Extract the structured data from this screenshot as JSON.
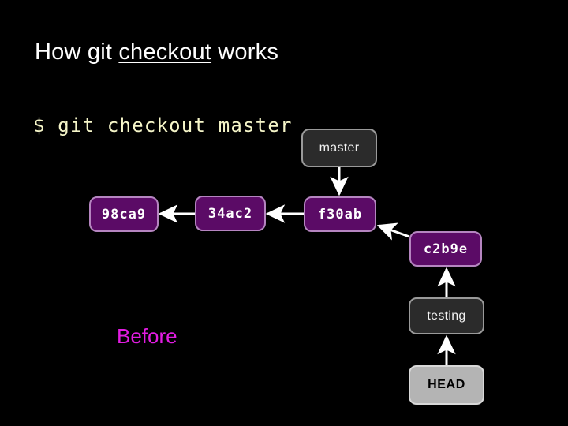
{
  "slide": {
    "background_color": "#000000",
    "title_prefix": "How git ",
    "title_emphasis": "checkout",
    "title_suffix": " works",
    "command_line": "$ git checkout master",
    "command_color": "#f5f5c8",
    "caption": "Before",
    "caption_color": "#e21ce2"
  },
  "diagram": {
    "commit_color": "#5b0b66",
    "commit_border_color": "#b585c0",
    "branch_color": "#2b2b2b",
    "branch_border_color": "#9a9a9a",
    "head_color": "#b4b4b4",
    "head_text_color": "#000000",
    "arrow_color": "#ffffff",
    "nodes": [
      {
        "id": "98ca9",
        "label": "98ca9",
        "kind": "commit"
      },
      {
        "id": "34ac2",
        "label": "34ac2",
        "kind": "commit"
      },
      {
        "id": "f30ab",
        "label": "f30ab",
        "kind": "commit"
      },
      {
        "id": "c2b9e",
        "label": "c2b9e",
        "kind": "commit"
      },
      {
        "id": "master",
        "label": "master",
        "kind": "branch"
      },
      {
        "id": "testing",
        "label": "testing",
        "kind": "branch"
      },
      {
        "id": "HEAD",
        "label": "HEAD",
        "kind": "pointer"
      }
    ],
    "edges": [
      {
        "from": "34ac2",
        "to": "98ca9",
        "direction": "left"
      },
      {
        "from": "f30ab",
        "to": "34ac2",
        "direction": "left"
      },
      {
        "from": "c2b9e",
        "to": "f30ab",
        "direction": "up-left"
      },
      {
        "from": "master",
        "to": "f30ab",
        "direction": "down"
      },
      {
        "from": "testing",
        "to": "c2b9e",
        "direction": "up"
      },
      {
        "from": "HEAD",
        "to": "testing",
        "direction": "up"
      }
    ]
  }
}
